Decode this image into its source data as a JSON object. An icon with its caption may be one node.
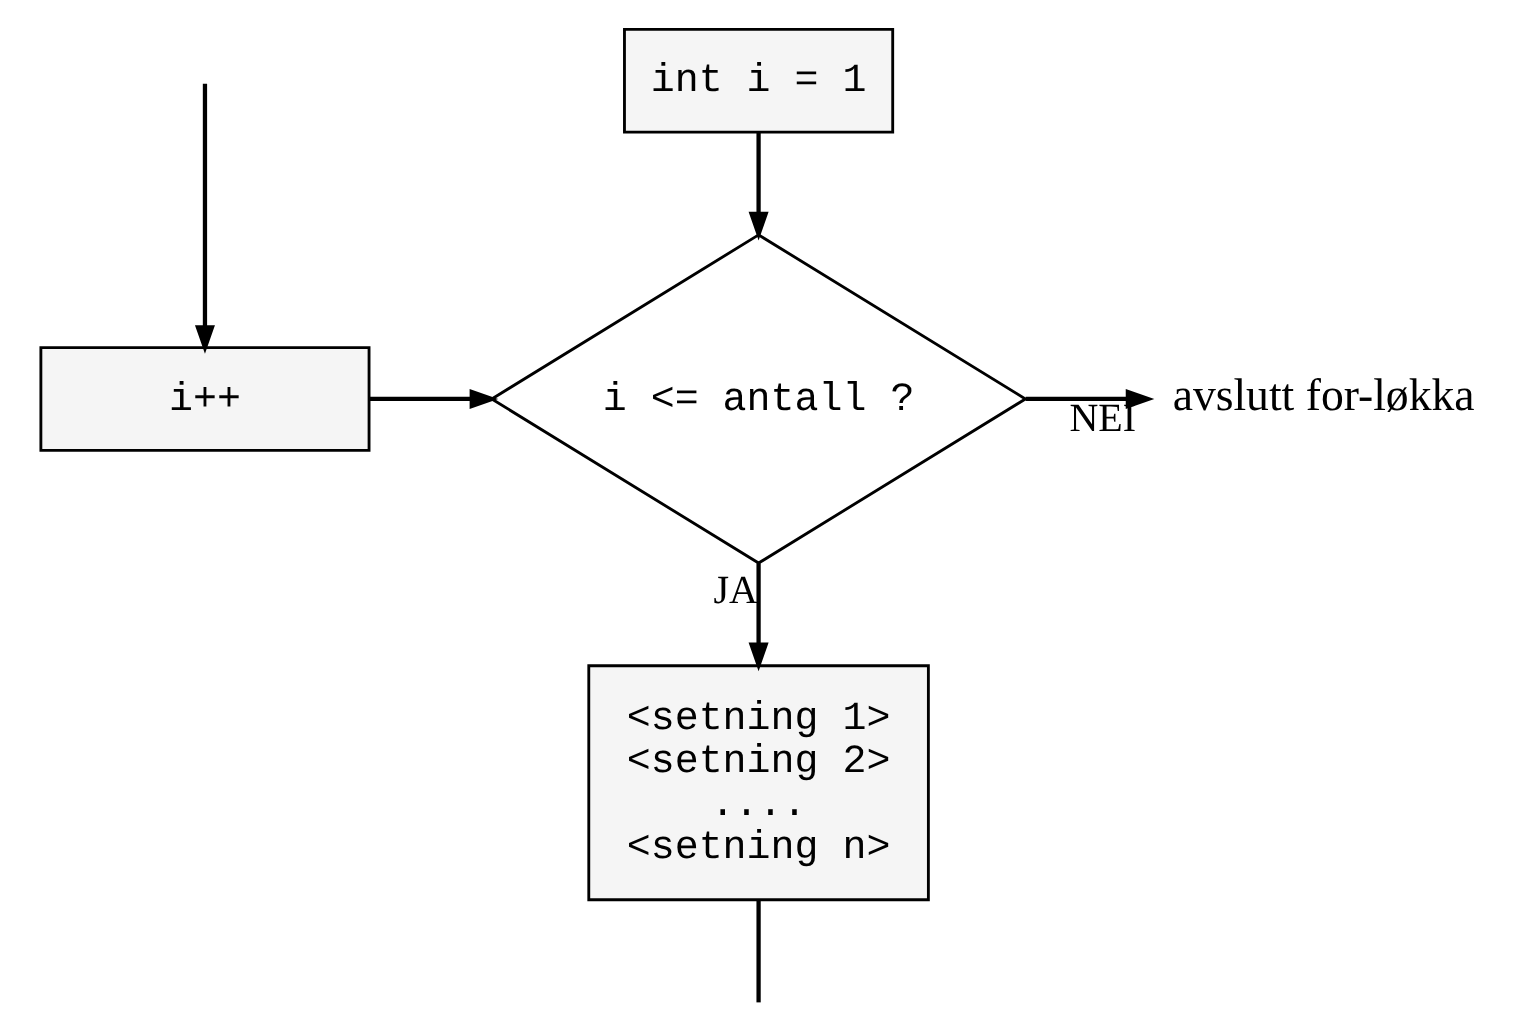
{
  "diagram": {
    "nodes": [
      {
        "text": [
          "int i = 1"
        ]
      },
      {
        "text": [
          "i <= antall ?"
        ]
      },
      {
        "text": [
          "i++"
        ]
      },
      {
        "text": [
          "avslutt for-løkka"
        ]
      },
      {
        "text": [
          "<setning 1>",
          "<setning 2>",
          "....",
          "<setning n>"
        ]
      }
    ],
    "edges": [
      {
        "from": 0,
        "to": 1,
        "arrow": "to"
      },
      {
        "from": 2,
        "to": 1,
        "arrow": "to"
      },
      {
        "from": 1,
        "to": 3,
        "arrow": "to",
        "label": "NEI"
      },
      {
        "from": 1,
        "to": 4,
        "arrow": "to",
        "label": "JA"
      },
      {
        "from": 4,
        "to": null,
        "arrow": "none"
      },
      {
        "from": null,
        "to": 2,
        "arrow": "to"
      }
    ]
  }
}
